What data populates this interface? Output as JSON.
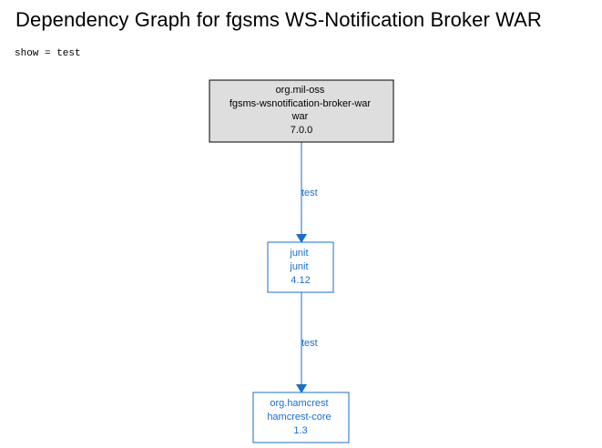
{
  "title": "Dependency Graph for fgsms WS-Notification Broker WAR",
  "filter": "show = test",
  "colors": {
    "root_fill": "#dedede",
    "root_border": "#000000",
    "root_text": "#000000",
    "dep_border": "#1a6fcc",
    "dep_text": "#1a6fcc",
    "edge": "#1a6fcc"
  },
  "nodes": [
    {
      "id": "root",
      "lines": [
        "org.mil-oss",
        "fgsms-wsnotification-broker-war",
        "war",
        "7.0.0"
      ]
    },
    {
      "id": "junit",
      "lines": [
        "junit",
        "junit",
        "4.12"
      ]
    },
    {
      "id": "hamcrest",
      "lines": [
        "org.hamcrest",
        "hamcrest-core",
        "1.3"
      ]
    }
  ],
  "edges": [
    {
      "from": "root",
      "to": "junit",
      "label": "test"
    },
    {
      "from": "junit",
      "to": "hamcrest",
      "label": "test"
    }
  ]
}
